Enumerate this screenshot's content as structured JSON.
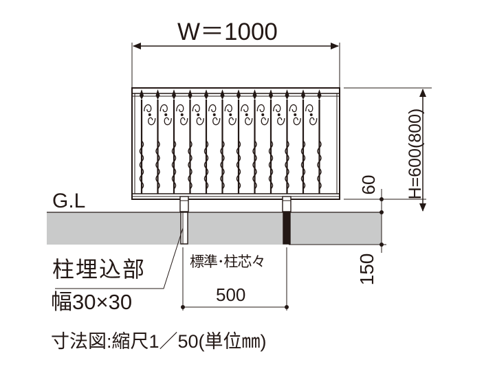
{
  "diagram": {
    "width_label": "W＝1000",
    "height_label": "H=600(800)",
    "ground_label": "G.L",
    "above_ground_label": "60",
    "embed_depth_label": "150",
    "post_spacing_title": "標準･柱芯々",
    "post_spacing_value": "500",
    "embed_note_line1": "柱埋込部",
    "embed_note_line2": "幅30×30",
    "footer_caption": "寸法図:縮尺1／50(単位㎜)"
  },
  "colors": {
    "ink": "#231815",
    "ground": "#c9caca",
    "background": "#ffffff"
  }
}
